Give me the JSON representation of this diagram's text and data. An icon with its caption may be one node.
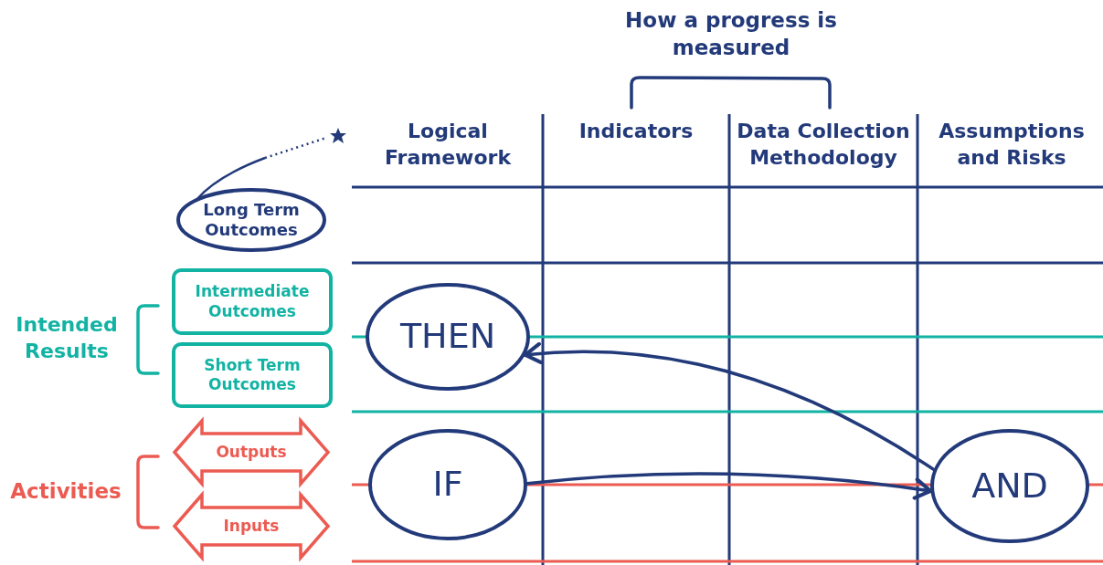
{
  "diagram": {
    "nodes": [
      {
        "text": [
          "Long Term Outcomes"
        ]
      },
      {
        "text": [
          "Intermediate Outcomes"
        ]
      },
      {
        "text": [
          "Short Term Outcomes"
        ]
      },
      {
        "text": [
          "Outputs"
        ]
      },
      {
        "text": [
          "Inputs"
        ]
      },
      {
        "text": [
          "THEN"
        ]
      },
      {
        "text": [
          "IF"
        ]
      },
      {
        "text": [
          "AND"
        ]
      }
    ],
    "edges": [
      {
        "from": 6,
        "to": 7,
        "arrow": "to"
      },
      {
        "from": 7,
        "to": 5,
        "arrow": "to"
      }
    ],
    "labels": [
      "How a progress is measured",
      "Logical Framework",
      "Indicators",
      "Data Collection Methodology",
      "Assumptions and Risks",
      "Intended Results",
      "Activities"
    ]
  }
}
